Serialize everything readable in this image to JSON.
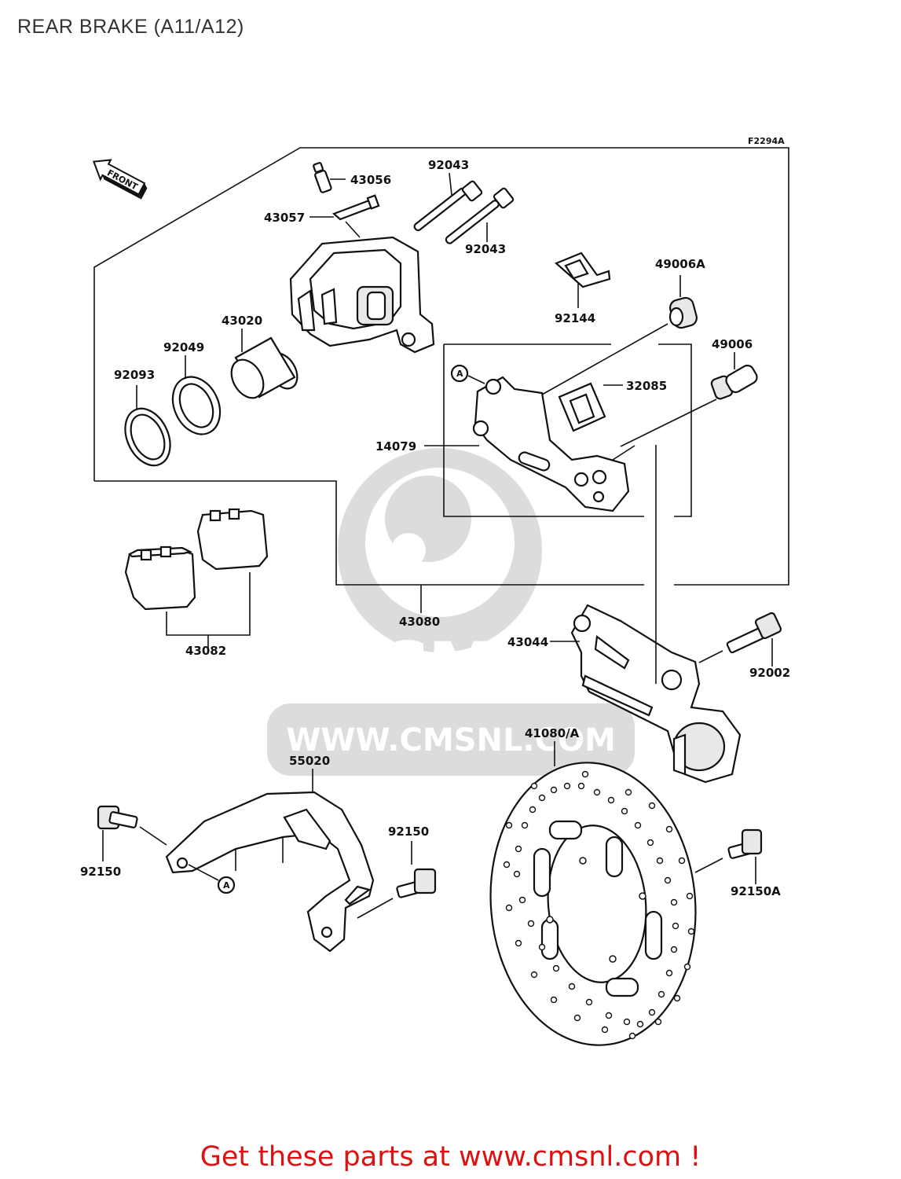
{
  "page": {
    "title": "REAR BRAKE (A11/A12)",
    "footer_text": "Get these parts at www.cmsnl.com !",
    "footer_color": "#dd1111"
  },
  "diagram": {
    "figure_code": "F2294A",
    "front_arrow_label": "FRONT",
    "reference_marker": "A",
    "watermark_logo": "CMS",
    "watermark_url": "WWW.CMSNL.COM",
    "parts": {
      "p43056": "43056",
      "p92043a": "92043",
      "p92043b": "92043",
      "p43057": "43057",
      "p49006A": "49006A",
      "p92144": "92144",
      "p43020": "43020",
      "p92049": "92049",
      "p92093": "92093",
      "p49006": "49006",
      "p32085": "32085",
      "p14079": "14079",
      "p43080": "43080",
      "p43082": "43082",
      "p43044": "43044",
      "p92002": "92002",
      "p41080": "41080/A",
      "p55020": "55020",
      "p92150a": "92150",
      "p92150b": "92150",
      "p92150A": "92150A"
    }
  }
}
